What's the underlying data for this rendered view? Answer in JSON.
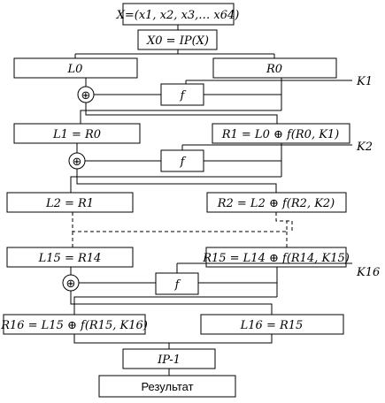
{
  "xor_symbol": "⊕",
  "blocks": {
    "input": "X=(x1, x2, x3,… x64)",
    "ip": "X0 = IP(X)",
    "l0": "L0",
    "r0": "R0",
    "f1": "f",
    "k1": "K1",
    "l1": "L1 = R0",
    "r1": "R1 = L0 ⊕ f(R0, K1)",
    "f2": "f",
    "k2": "K2",
    "l2": "L2 = R1",
    "r2": "R2 = L2 ⊕ f(R2, K2)",
    "l15": "L15 = R14",
    "r15": "R15 = L14 ⊕ f(R14, K15)",
    "f16": "f",
    "k16": "K16",
    "r16": "R16 = L15 ⊕ f(R15, K16)",
    "l16": "L16 = R15",
    "ip_inv": "IP-1",
    "result": "Результат"
  }
}
